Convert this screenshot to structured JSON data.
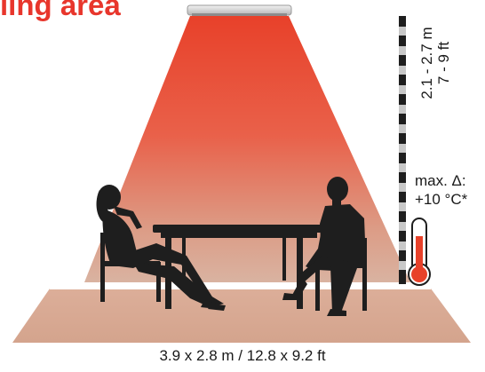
{
  "title": "ling area",
  "mounting_height": {
    "metric": "2.1 - 2.7 m",
    "imperial": "7 - 9 ft"
  },
  "temperature": {
    "line1": "max. Δ:",
    "line2": "+10 °C*"
  },
  "area": "3.9 x 2.8 m / 12.8 x 9.2 ft",
  "colors": {
    "title": "#e8362c",
    "beam_top": "#e8412a",
    "beam_bottom": "#d9b3a1",
    "floor": "#d7ae98",
    "silhouette": "#1e1e1e",
    "thermometer": "#e8412a"
  },
  "icons": [
    "ceiling-heater-icon",
    "seated-woman-icon",
    "seated-man-icon",
    "table-icon",
    "height-ruler-icon",
    "thermometer-icon"
  ]
}
